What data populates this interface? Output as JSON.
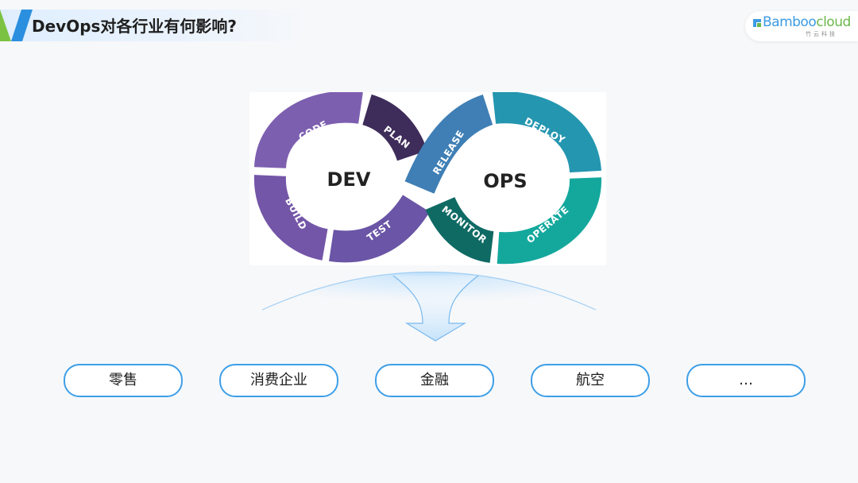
{
  "header": {
    "title": "DevOps对各行业有何影响?"
  },
  "logo": {
    "word_part1": "Bamboo",
    "word_part2": "cloud",
    "subtitle": "竹云科技"
  },
  "diagram": {
    "dev_label": "DEV",
    "ops_label": "OPS",
    "stages": {
      "code": "CODE",
      "plan": "PLAN",
      "build": "BUILD",
      "test": "TEST",
      "release": "RELEASE",
      "deploy": "DEPLOY",
      "monitor": "MONITOR",
      "operate": "OPERATE"
    },
    "colors": {
      "code": "#7d5fb0",
      "plan": "#3e2c5a",
      "build": "#7456a8",
      "test": "#6a55a6",
      "release": "#3f7fb5",
      "deploy": "#2496b0",
      "monitor": "#0f6a64",
      "operate": "#14a89d"
    }
  },
  "industries": [
    {
      "label": "零售"
    },
    {
      "label": "消费企业"
    },
    {
      "label": "金融"
    },
    {
      "label": "航空"
    },
    {
      "label": "…"
    }
  ],
  "colors": {
    "accent_blue": "#3d9fe8",
    "accent_green": "#7cc242"
  }
}
